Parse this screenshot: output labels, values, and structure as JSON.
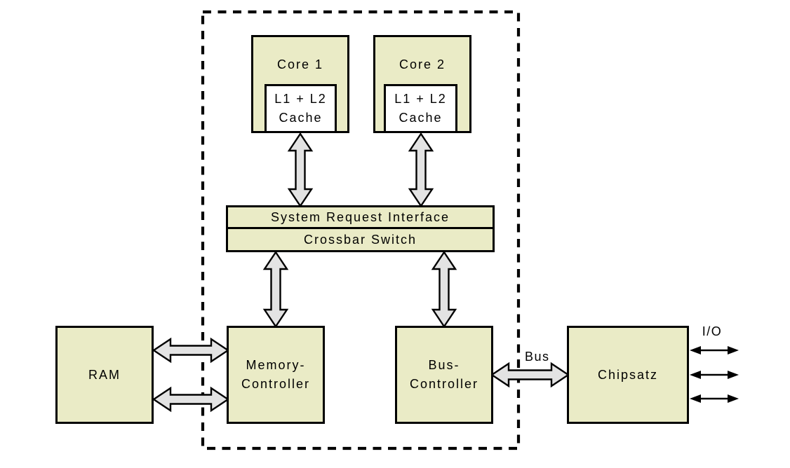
{
  "diagram": {
    "description": "Dual-core CPU architecture block diagram",
    "colors": {
      "background": "#ffffff",
      "block_fill": "#eaebc6",
      "cache_fill": "#ffffff",
      "arrow_fill": "#e3e3e3",
      "line_color": "#000000"
    },
    "blocks": {
      "core1": {
        "label": "Core 1"
      },
      "core2": {
        "label": "Core 2"
      },
      "cache1": {
        "line1": "L1 + L2",
        "line2": "Cache"
      },
      "cache2": {
        "line1": "L1 + L2",
        "line2": "Cache"
      },
      "sri": {
        "label": "System Request Interface"
      },
      "crossbar": {
        "label": "Crossbar Switch"
      },
      "memory_controller": {
        "line1": "Memory-",
        "line2": "Controller"
      },
      "bus_controller": {
        "line1": "Bus-",
        "line2": "Controller"
      },
      "ram": {
        "label": "RAM"
      },
      "chipset": {
        "label": "Chipsatz"
      }
    },
    "labels": {
      "bus": "Bus",
      "io": "I/O"
    },
    "connectors": [
      {
        "name": "cpu-die-boundary",
        "type": "dashed-rectangle"
      },
      {
        "name": "arrow-cache1-sri",
        "type": "double-fat-arrow",
        "direction": "vertical"
      },
      {
        "name": "arrow-cache2-sri",
        "type": "double-fat-arrow",
        "direction": "vertical"
      },
      {
        "name": "arrow-crossbar-memory",
        "type": "double-fat-arrow",
        "direction": "vertical"
      },
      {
        "name": "arrow-crossbar-bus",
        "type": "double-fat-arrow",
        "direction": "vertical"
      },
      {
        "name": "arrow-ram-memory-upper",
        "type": "double-fat-arrow",
        "direction": "horizontal"
      },
      {
        "name": "arrow-ram-memory-lower",
        "type": "double-fat-arrow",
        "direction": "horizontal"
      },
      {
        "name": "arrow-bus-chipset",
        "type": "double-fat-arrow",
        "direction": "horizontal"
      },
      {
        "name": "arrow-io-1",
        "type": "thin-double-arrow",
        "direction": "horizontal"
      },
      {
        "name": "arrow-io-2",
        "type": "thin-double-arrow",
        "direction": "horizontal"
      },
      {
        "name": "arrow-io-3",
        "type": "thin-double-arrow",
        "direction": "horizontal"
      }
    ]
  }
}
